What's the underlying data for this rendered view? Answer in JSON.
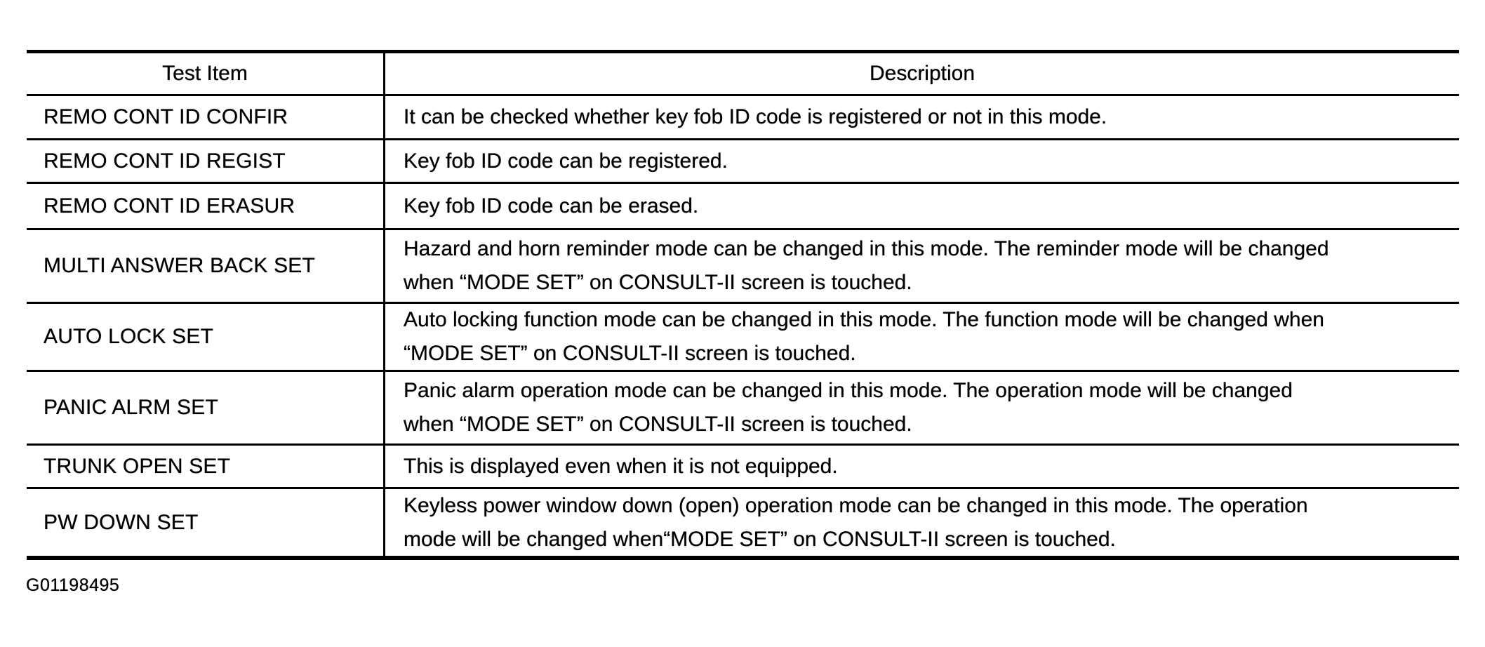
{
  "colors": {
    "background": "#ffffff",
    "text": "#000000",
    "line": "#000000"
  },
  "table": {
    "headers": {
      "test_item": "Test Item",
      "description": "Description"
    },
    "rows": [
      {
        "test_item": "REMO CONT ID CONFIR",
        "description": "It can be checked whether key fob ID code is registered or not in this mode."
      },
      {
        "test_item": "REMO CONT ID REGIST",
        "description": "Key fob ID code can be registered."
      },
      {
        "test_item": "REMO CONT ID ERASUR",
        "description": "Key fob ID code can be erased."
      },
      {
        "test_item": "MULTI ANSWER BACK SET",
        "description": "Hazard and horn reminder mode can be changed in this mode. The reminder mode will be changed\nwhen “MODE SET” on CONSULT-II screen is touched."
      },
      {
        "test_item": "AUTO LOCK SET",
        "description": "Auto locking function mode can be changed in this mode. The function mode will be changed when\n“MODE SET” on CONSULT-II screen is touched."
      },
      {
        "test_item": "PANIC ALRM SET",
        "description": "Panic alarm operation mode can be changed in this mode. The operation mode will be changed\nwhen “MODE SET” on CONSULT-II screen is touched."
      },
      {
        "test_item": "TRUNK OPEN SET",
        "description": "This is displayed even when it is not equipped."
      },
      {
        "test_item": "PW DOWN SET",
        "description": "Keyless power window down (open) operation mode can be changed in this mode. The operation\nmode will be changed when“MODE SET” on CONSULT-II screen is touched."
      }
    ]
  },
  "figure_id": "G01198495"
}
